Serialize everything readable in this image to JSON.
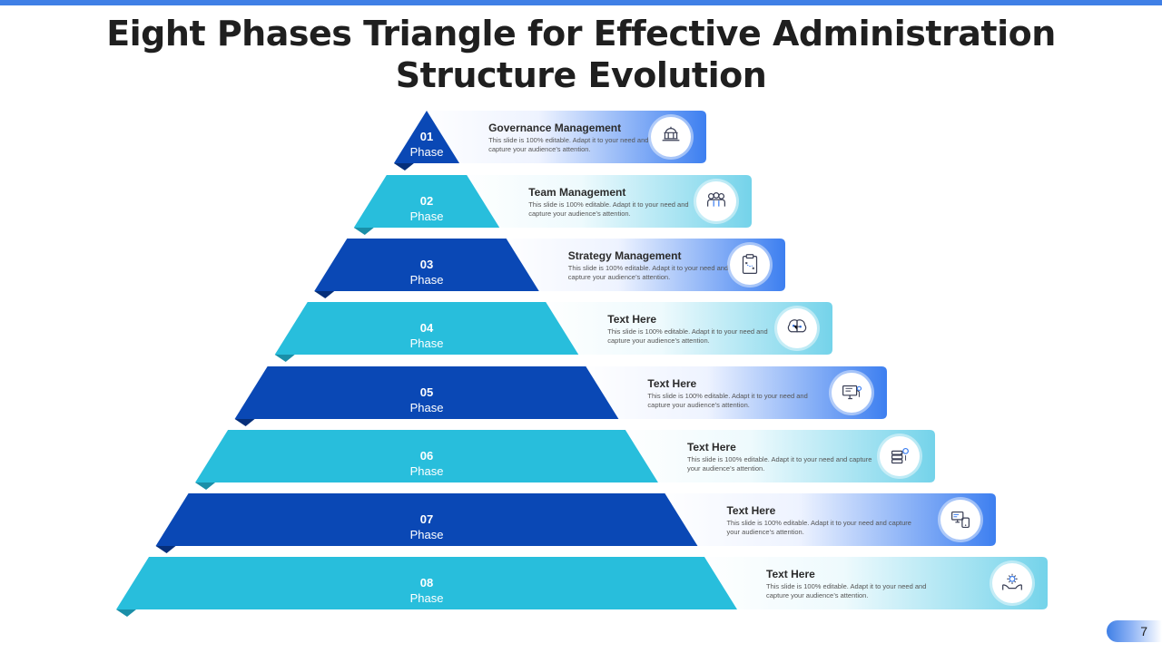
{
  "slide": {
    "title_line1": "Eight Phases Triangle for Effective Administration",
    "title_line2": "Structure Evolution",
    "page_number": "7"
  },
  "colors": {
    "dark_blue": "#0a48b5",
    "light_blue": "#28bedc",
    "band_blue": "#3d7ff0",
    "band_cyan": "#74d3ea"
  },
  "phases": [
    {
      "number": "01",
      "phase_label": "Phase",
      "title": "Governance Management",
      "desc_line1": "This slide is 100%  editable.  Adapt  it to your need and",
      "desc_line2": "capture  your  audience’s  attention.",
      "icon": "government-building-icon"
    },
    {
      "number": "02",
      "phase_label": "Phase",
      "title": "Team Management",
      "desc_line1": "This slide is 100%  editable.  Adapt  it to your need and",
      "desc_line2": "capture  your  audience’s  attention.",
      "icon": "team-icon"
    },
    {
      "number": "03",
      "phase_label": "Phase",
      "title": "Strategy Management",
      "desc_line1": "This slide is 100%  editable.  Adapt  it to your need and",
      "desc_line2": "capture  your  audience’s  attention.",
      "icon": "strategy-clipboard-icon"
    },
    {
      "number": "04",
      "phase_label": "Phase",
      "title": "Text Here",
      "desc_line1": "This slide is 100%  editable.  Adapt  it to your need and",
      "desc_line2": "capture  your  audience’s  attention.",
      "icon": "brain-circuit-icon"
    },
    {
      "number": "05",
      "phase_label": "Phase",
      "title": "Text Here",
      "desc_line1": "This slide is 100%  editable.  Adapt  it to your need and",
      "desc_line2": "capture  your  audience’s  attention.",
      "icon": "computer-network-icon"
    },
    {
      "number": "06",
      "phase_label": "Phase",
      "title": "Text Here",
      "desc_line1": "This slide is 100%  editable.  Adapt  it to your need and capture",
      "desc_line2": "your  audience’s  attention.",
      "icon": "server-settings-icon"
    },
    {
      "number": "07",
      "phase_label": "Phase",
      "title": "Text Here",
      "desc_line1": "This slide is 100%  editable.  Adapt  it to your need and capture",
      "desc_line2": "your  audience’s  attention.",
      "icon": "devices-icon"
    },
    {
      "number": "08",
      "phase_label": "Phase",
      "title": "Text Here",
      "desc_line1": "This slide is 100%  editable.  Adapt  it to your need and",
      "desc_line2": "capture  your  audience’s  attention.",
      "icon": "hands-gear-icon"
    }
  ]
}
